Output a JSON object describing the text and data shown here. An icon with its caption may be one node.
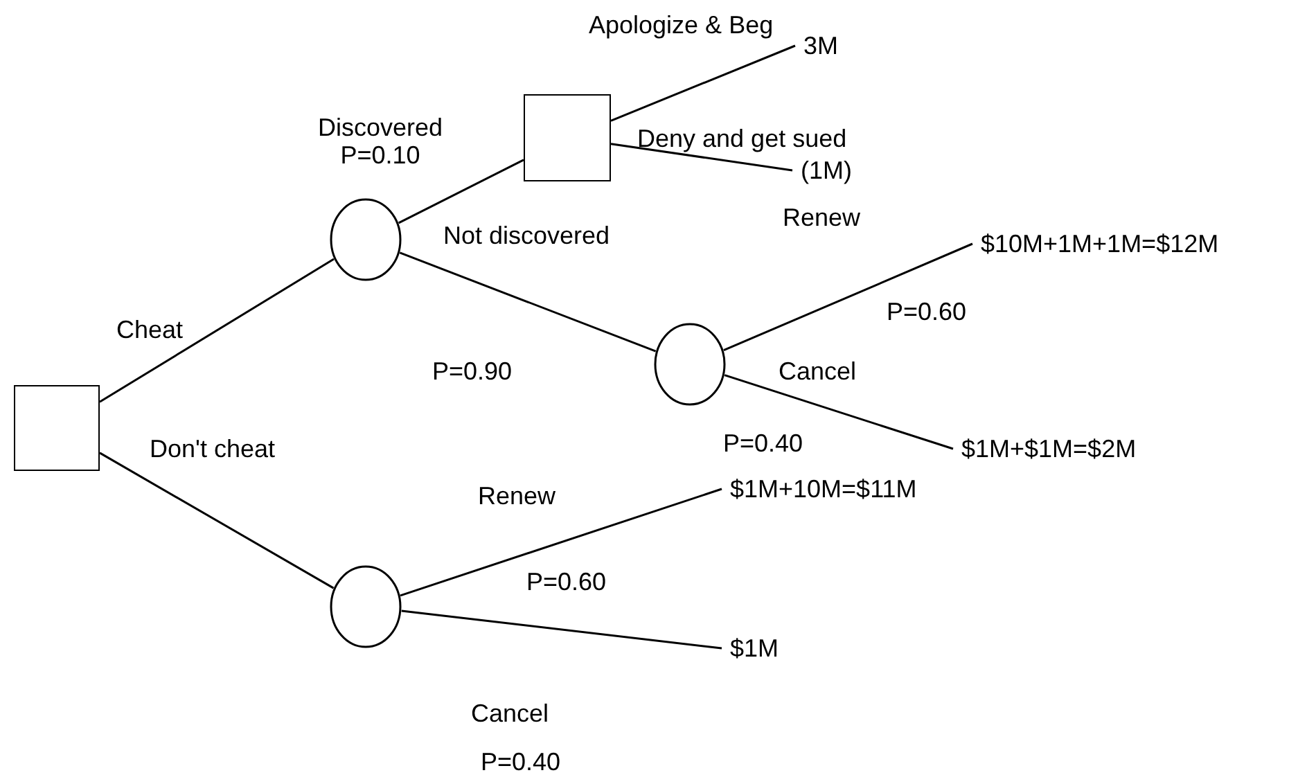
{
  "diagram": {
    "nodes": [
      {
        "text": [],
        "shape": "box"
      },
      {
        "text": [],
        "shape": "circle"
      },
      {
        "text": [],
        "shape": "box"
      },
      {
        "text": [],
        "shape": "circle"
      },
      {
        "text": [],
        "shape": "circle"
      },
      {
        "text": [
          "3M"
        ]
      },
      {
        "text": [
          "(1M)"
        ]
      },
      {
        "text": [
          "$10M+1M+1M=$12M"
        ]
      },
      {
        "text": [
          "$1M+$1M=$2M"
        ]
      },
      {
        "text": [
          "$1M+10M=$11M"
        ]
      },
      {
        "text": [
          "$1M"
        ]
      }
    ],
    "edges": [
      {
        "from": 0,
        "to": 1,
        "arrow": "none",
        "label": "Cheat"
      },
      {
        "from": 0,
        "to": 4,
        "arrow": "none",
        "label": "Don't cheat"
      },
      {
        "from": 1,
        "to": 2,
        "arrow": "none",
        "label": "Discovered P=0.10"
      },
      {
        "from": 1,
        "to": 3,
        "arrow": "none",
        "label": "Not discovered"
      },
      {
        "from": 2,
        "to": 5,
        "arrow": "none",
        "label": "Apologize & Beg"
      },
      {
        "from": 2,
        "to": 6,
        "arrow": "none",
        "label": "Deny and get sued"
      },
      {
        "from": 3,
        "to": 7,
        "arrow": "none",
        "label": "Renew"
      },
      {
        "from": 3,
        "to": 8,
        "arrow": "none",
        "label": "Cancel"
      },
      {
        "from": 4,
        "to": 9,
        "arrow": "none",
        "label": "Renew"
      },
      {
        "from": 4,
        "to": 10,
        "arrow": "none",
        "label": "Cancel"
      }
    ],
    "labels": [
      "P=0.90",
      "P=0.60",
      "P=0.40",
      "P=0.60",
      "P=0.40"
    ]
  }
}
